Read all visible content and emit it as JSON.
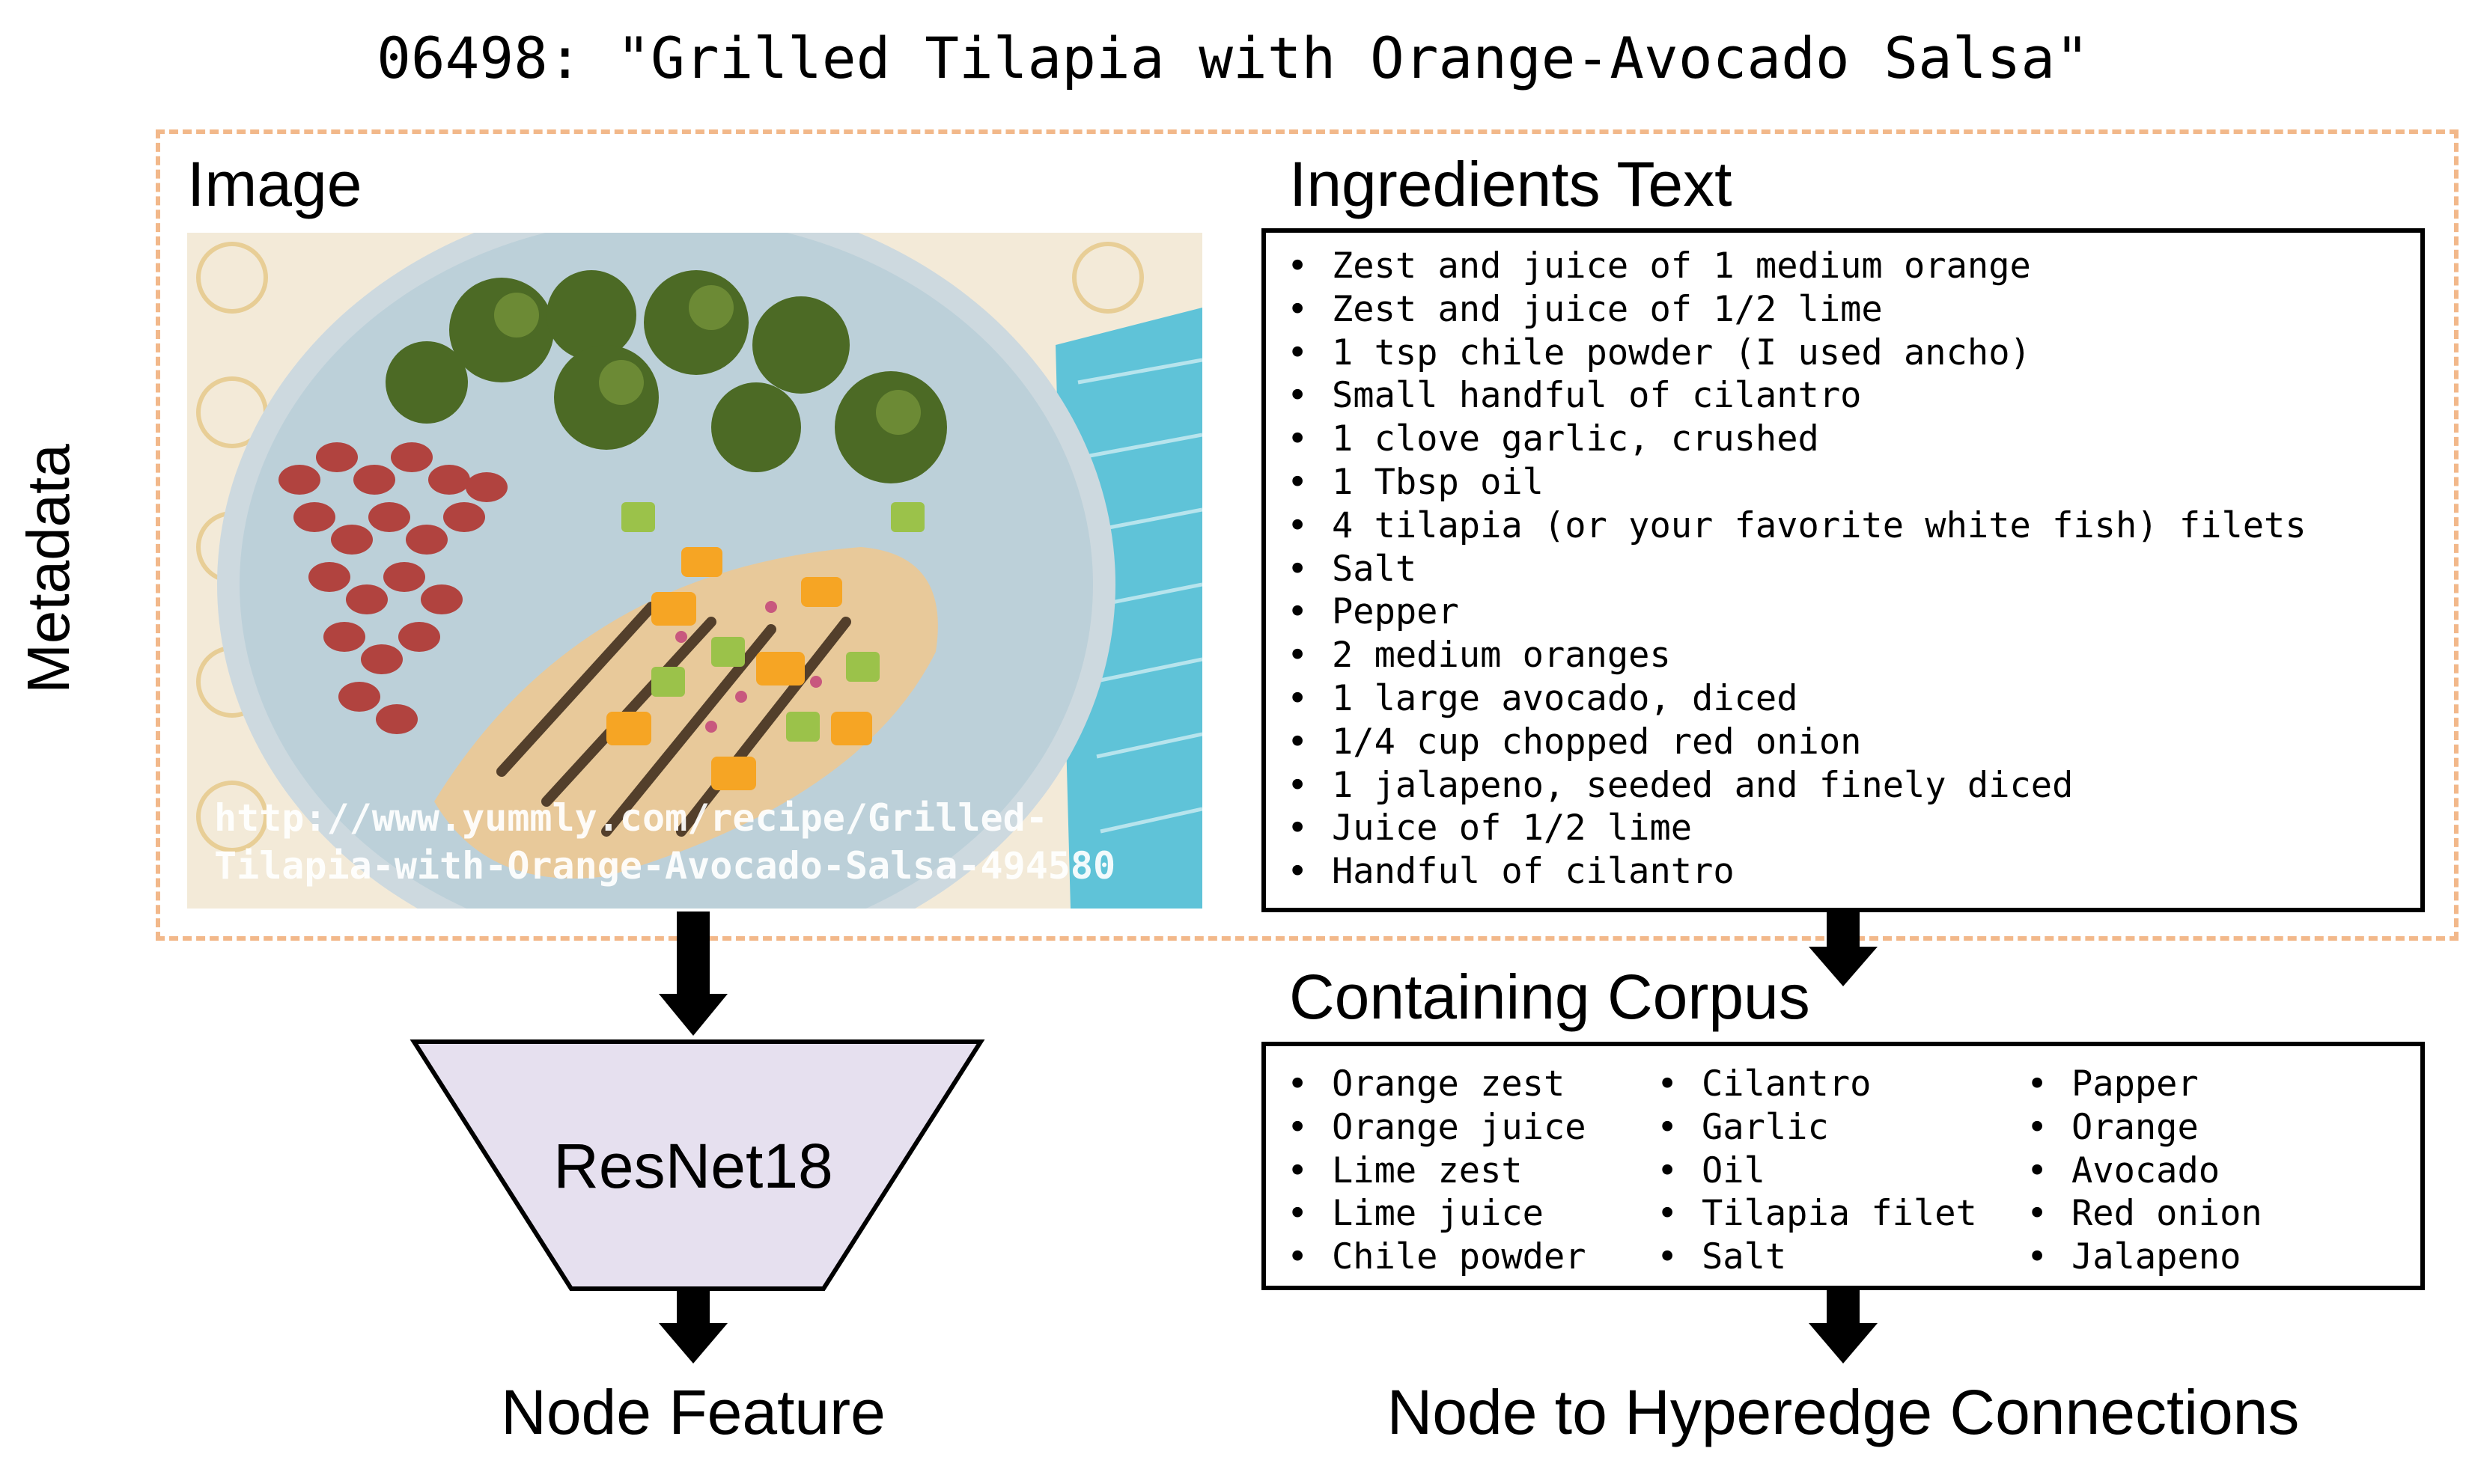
{
  "title": "06498: \"Grilled Tilapia with Orange-Avocado Salsa\"",
  "metadata_label": "Metadata",
  "image_section": {
    "heading": "Image",
    "url_line1": "http://www.yummly.com/recipe/Grilled-",
    "url_line2": "Tilapia-with-Orange-Avocado-Salsa-494580"
  },
  "ingredients_section": {
    "heading": "Ingredients Text",
    "items": [
      "Zest and juice of 1 medium orange",
      "Zest and juice of 1/2 lime",
      "1 tsp chile powder (I used ancho)",
      "Small handful of cilantro",
      "1 clove garlic, crushed",
      "1 Tbsp oil",
      "4 tilapia (or your favorite white fish) filets",
      "Salt",
      "Pepper",
      "2 medium oranges",
      "1 large avocado, diced",
      "1/4 cup chopped red onion",
      "1 jalapeno, seeded and finely diced",
      "Juice of 1/2 lime",
      "Handful of cilantro"
    ]
  },
  "corpus_section": {
    "heading": "Containing Corpus",
    "col1": [
      "Orange zest",
      "Orange juice",
      "Lime zest",
      "Lime juice",
      "Chile powder"
    ],
    "col2": [
      "Cilantro",
      "Garlic",
      "Oil",
      "Tilapia filet",
      "Salt"
    ],
    "col3": [
      "Papper",
      "Orange",
      "Avocado",
      "Red onion",
      "Jalapeno"
    ]
  },
  "resnet_label": "ResNet18",
  "node_feature_label": "Node Feature",
  "hyperedge_label": "Node to Hyperedge Connections",
  "colors": {
    "dashed_border": "#f2b88a",
    "resnet_fill": "#e6e0ef",
    "arrow": "#000000"
  }
}
